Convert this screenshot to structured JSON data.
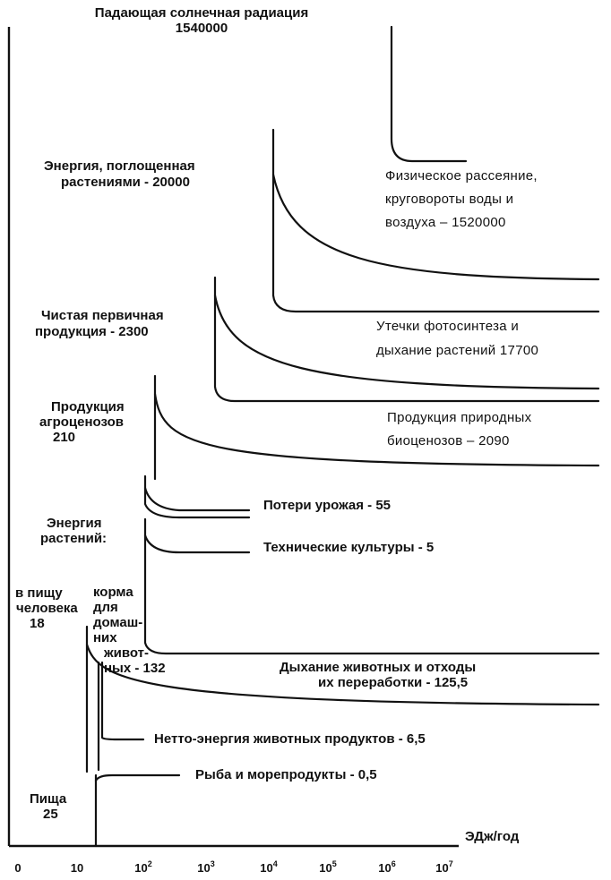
{
  "diagram": {
    "source": {
      "title": "Падающая солнечная радиация",
      "value": "1540000"
    },
    "stages": [
      {
        "id": "plants-absorbed",
        "lines": [
          "Энергия, поглощенная",
          "растениями - 20000"
        ]
      },
      {
        "id": "net-primary",
        "lines": [
          "Чистая первичная",
          "продукция - 2300"
        ]
      },
      {
        "id": "agro",
        "lines": [
          "Продукция",
          "агроценозов",
          "210"
        ]
      },
      {
        "id": "plant-energy",
        "lines": [
          "Энергия",
          "растений:"
        ]
      },
      {
        "id": "human-food",
        "lines": [
          "в пищу",
          "человека",
          "18"
        ]
      },
      {
        "id": "animal-feed",
        "lines": [
          "корма",
          "для",
          "домаш-",
          "них",
          "живот-",
          "ных - 132"
        ]
      },
      {
        "id": "food",
        "lines": [
          "Пища",
          "25"
        ]
      }
    ],
    "losses": [
      {
        "id": "physical-dissipation",
        "lines": [
          "Физическое рассеяние,",
          "круговороты воды и",
          "воздуха – 1520000"
        ]
      },
      {
        "id": "photosynthesis-leak",
        "lines": [
          "Утечки фотосинтеза и",
          "дыхание растений 17700"
        ]
      },
      {
        "id": "natural-biocenoses",
        "lines": [
          "Продукция природных",
          "биоценозов – 2090"
        ]
      },
      {
        "id": "crop-losses",
        "lines": [
          "Потери урожая - 55"
        ]
      },
      {
        "id": "technical-crops",
        "lines": [
          "Технические культуры - 5"
        ]
      },
      {
        "id": "animal-respiration",
        "lines": [
          "Дыхание животных и отходы",
          "их переработки - 125,5"
        ]
      },
      {
        "id": "animal-net-energy",
        "lines": [
          "Нетто-энергия животных продуктов - 6,5"
        ]
      },
      {
        "id": "fish",
        "lines": [
          "Рыба и морепродукты - 0,5"
        ]
      }
    ],
    "axis": {
      "unit": "ЭДж/год",
      "ticks": [
        {
          "base": "0",
          "exp": ""
        },
        {
          "base": "10",
          "exp": ""
        },
        {
          "base": "10",
          "exp": "2"
        },
        {
          "base": "10",
          "exp": "3"
        },
        {
          "base": "10",
          "exp": "4"
        },
        {
          "base": "10",
          "exp": "5"
        },
        {
          "base": "10",
          "exp": "6"
        },
        {
          "base": "10",
          "exp": "7"
        }
      ]
    }
  }
}
